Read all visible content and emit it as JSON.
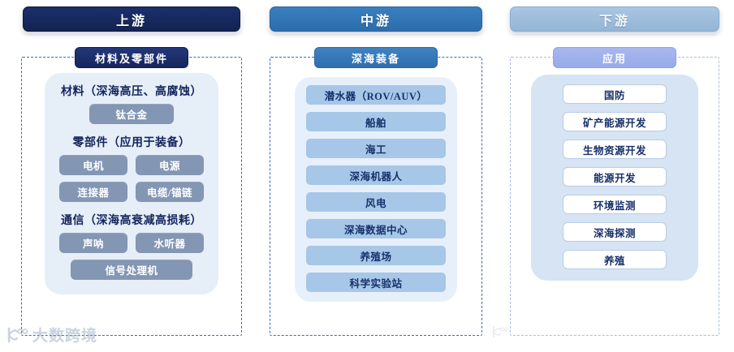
{
  "columns": [
    {
      "id": "upstream",
      "tier_label": "上游",
      "sub_label": "材料及零部件",
      "groups": [
        {
          "label": "材料（深海高压、高腐蚀）",
          "rows": [
            {
              "items": [
                "钛合金"
              ]
            }
          ]
        },
        {
          "label": "零部件（应用于装备）",
          "rows": [
            {
              "items": [
                "电机",
                "电源"
              ]
            },
            {
              "items": [
                "连接器",
                "电缆/锚链"
              ]
            }
          ]
        },
        {
          "label": "通信（深海高衰减高损耗）",
          "rows": [
            {
              "items": [
                "声呐",
                "水听器"
              ]
            },
            {
              "items": [
                "信号处理机"
              ]
            }
          ]
        }
      ]
    },
    {
      "id": "midstream",
      "tier_label": "中游",
      "sub_label": "深海装备",
      "items": [
        "潜水器（ROV/AUV）",
        "船舶",
        "海工",
        "深海机器人",
        "风电",
        "深海数据中心",
        "养殖场",
        "科学实验站"
      ]
    },
    {
      "id": "downstream",
      "tier_label": "下游",
      "sub_label": "应用",
      "items": [
        "国防",
        "矿产能源开发",
        "生物资源开发",
        "能源开发",
        "环境监测",
        "深海探测",
        "养殖"
      ]
    }
  ],
  "watermark": {
    "text": "大数跨境",
    "logo_icon": "dashujing-logo-icon"
  },
  "colors": {
    "upstream_header": "#152a62",
    "midstream_header": "#2f72b0",
    "downstream_header": "#9dbcdb",
    "upstream_badge": "#1b2c63",
    "midstream_badge": "#3576b8",
    "downstream_badge": "#9fb0ea",
    "upstream_chip": "#8396b3",
    "midstream_chip": "#a6c7e7",
    "downstream_chip": "#ffffff",
    "panel_upstream": "#e6eef8",
    "panel_midstream": "#e7f0fa",
    "panel_downstream": "#d6e4f4",
    "dashed_border": "#3a68b8",
    "dashed_border_light": "#a9bddd",
    "text_dark": "#17306b"
  }
}
